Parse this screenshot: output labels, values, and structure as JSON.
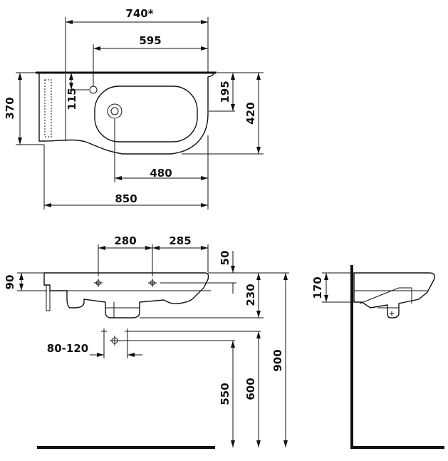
{
  "top_view": {
    "width_740": "740*",
    "tap_to_edge_595": "595",
    "bowl_to_edge_480": "480",
    "overall_width_850": "850",
    "depth_left_370": "370",
    "depth_right_420": "420",
    "tap_offset_115": "115",
    "drain_offset_195": "195"
  },
  "front_view": {
    "fixing_280": "280",
    "fixing_285": "285",
    "height_90": "90",
    "top_50": "50",
    "drop_230": "230",
    "waste_spacing": "80-120",
    "supply_550": "550",
    "waste_600": "600",
    "rim_900": "900"
  },
  "side_view": {
    "height_170": "170"
  }
}
